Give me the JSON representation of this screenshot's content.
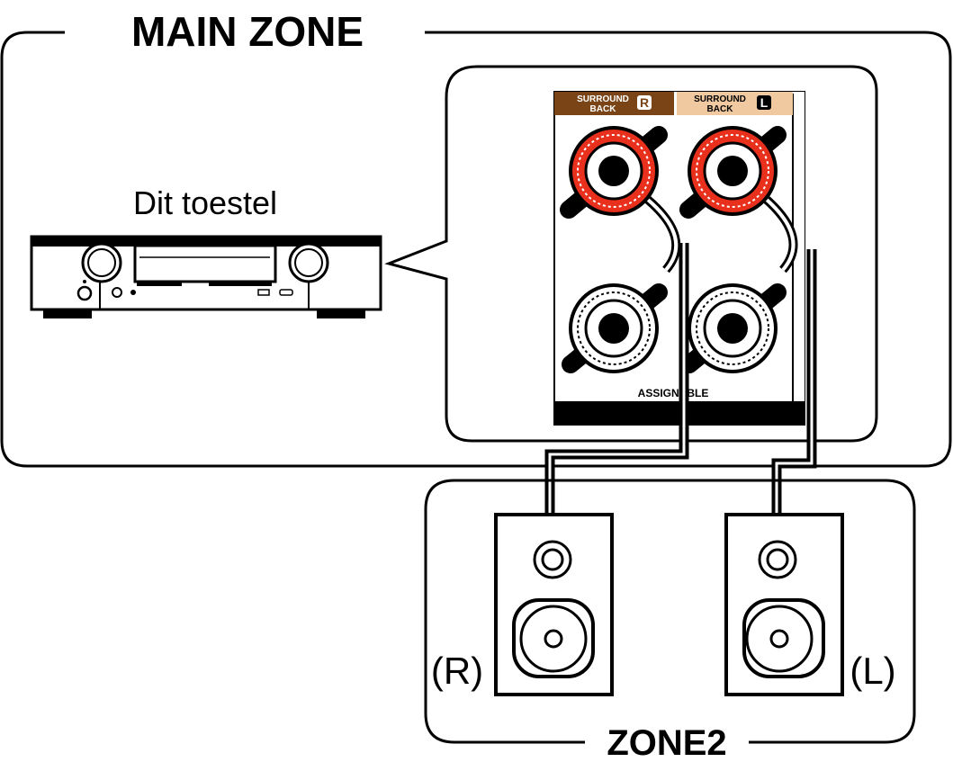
{
  "main_zone": {
    "title": "MAIN ZONE"
  },
  "device": {
    "label": "Dit toestel"
  },
  "terminals": {
    "right": {
      "band_line1": "SURROUND",
      "band_line2": "BACK",
      "badge": "R",
      "band_color": "#7a4416"
    },
    "left": {
      "band_line1": "SURROUND",
      "band_line2": "BACK",
      "badge": "L",
      "band_color": "#f0c9a0"
    },
    "assignable": "ASSIGNABLE"
  },
  "zone2": {
    "title": "ZONE2",
    "speaker_right_label": "(R)",
    "speaker_left_label": "(L)"
  },
  "colors": {
    "positive_terminal": "#e8301c",
    "negative_terminal": "#ffffff"
  }
}
